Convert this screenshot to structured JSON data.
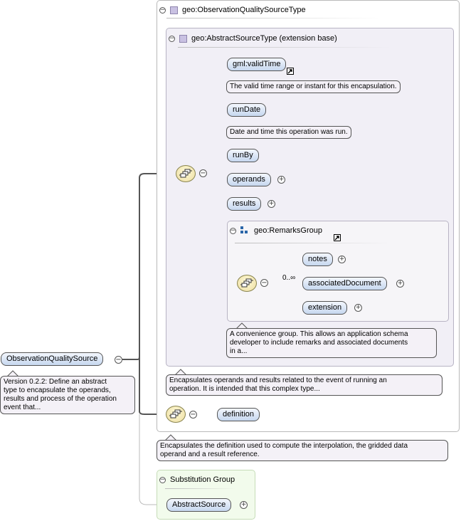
{
  "root": {
    "element": "ObservationQualitySource",
    "note": [
      "Version 0.2.2: Define an abstract",
      "type to encapsulate the operands,",
      "results and process of the operation",
      "event that..."
    ]
  },
  "outer_type": {
    "title": "geo:ObservationQualitySourceType",
    "note": [
      "Encapsulates the definition used to compute the interpolation, the gridded data",
      "operand and a result reference."
    ]
  },
  "base_type": {
    "title": "geo:AbstractSourceType (extension base)",
    "note": [
      "Encapsulates operands and results related to the event of running an",
      "operation. It is intended that this complex type..."
    ]
  },
  "sequence1": {
    "items": [
      {
        "label": "gml:validTime",
        "note": "The valid time range or instant for this encapsulation."
      },
      {
        "label": "runDate",
        "note": "Date and time this operation was run."
      },
      {
        "label": "runBy"
      },
      {
        "label": "operands"
      },
      {
        "label": "results"
      }
    ]
  },
  "remarks_group": {
    "title": "geo:RemarksGroup",
    "cardinality": "0..∞",
    "items": [
      {
        "label": "notes"
      },
      {
        "label": "associatedDocument"
      },
      {
        "label": "extension"
      }
    ],
    "note": [
      "A convenience group. This allows an application schema",
      "developer to include remarks and associated documents",
      "in a..."
    ]
  },
  "sequence2": {
    "items": [
      {
        "label": "definition"
      }
    ]
  },
  "substitution": {
    "title": "Substitution Group",
    "items": [
      {
        "label": "AbstractSource"
      }
    ]
  },
  "icons": {
    "collapse": "⊖",
    "expand": "+",
    "minus": "−"
  },
  "colors": {
    "element_fill": "#c6d7ef",
    "sequence_fill": "#ecdca0",
    "type_icon": "#c9c1e2",
    "group_icon": "#2a66a8",
    "subst_panel": "#f2fbec"
  }
}
